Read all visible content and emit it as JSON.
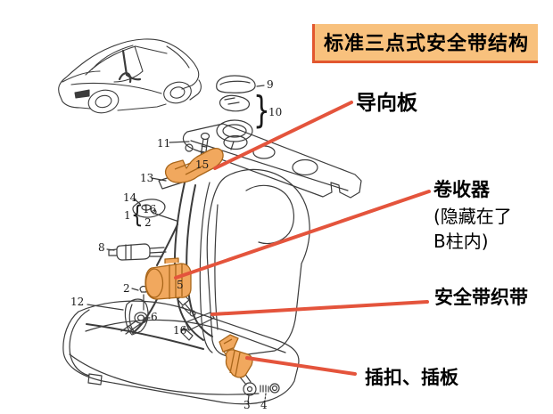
{
  "banner": {
    "title": "标准三点式安全带结构",
    "bg_color": "#F8C17D",
    "border_color": "#E2572F"
  },
  "callouts": {
    "guide_plate": {
      "label": "导向板"
    },
    "retractor": {
      "label": "卷收器",
      "note_line1": "(隐藏在了",
      "note_line2": "B柱内)"
    },
    "webbing": {
      "label": "安全带织带"
    },
    "buckle": {
      "label": "插扣、插板"
    }
  },
  "colors": {
    "callout_line": "#E4543C",
    "highlight_fill": "#F1A85E",
    "highlight_stroke": "#A9661A",
    "line_art": "#3C3C3C",
    "banner_bg": "#F8C17D"
  },
  "diagram": {
    "part_numbers": [
      {
        "n": "9"
      },
      {
        "n": "10"
      },
      {
        "n": "11"
      },
      {
        "n": "15"
      },
      {
        "n": "13"
      },
      {
        "n": "14"
      },
      {
        "n": "1"
      },
      {
        "n": "16"
      },
      {
        "n": "2"
      },
      {
        "n": "8"
      },
      {
        "n": "2"
      },
      {
        "n": "5"
      },
      {
        "n": "12"
      },
      {
        "n": "6"
      },
      {
        "n": "16"
      },
      {
        "n": "3"
      },
      {
        "n": "4"
      }
    ],
    "braces": {
      "left": "{",
      "right": "}"
    }
  }
}
